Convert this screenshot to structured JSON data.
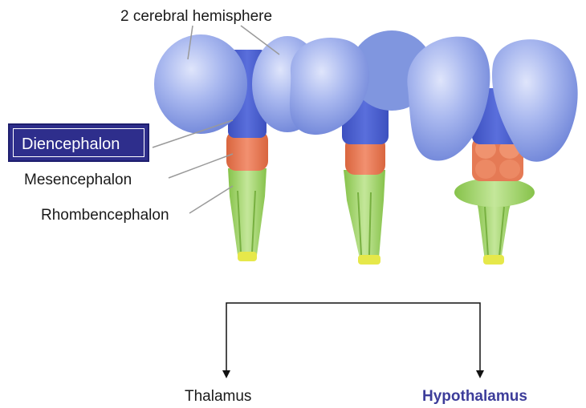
{
  "labels": {
    "cerebral_hemisphere": "2 cerebral hemisphere",
    "diencephalon": "Diencephalon",
    "mesencephalon": "Mesencephalon",
    "rhombencephalon": "Rhombencephalon",
    "thalamus": "Thalamus",
    "hypothalamus": "Hypothalamus"
  },
  "colors": {
    "hemisphere": "#8fa2e6",
    "diencephalon": "#4a5fcf",
    "mesencephalon": "#e57a55",
    "rhombencephalon": "#a9d86a",
    "spinal_tip": "#e6e84a",
    "label_box": "#2e2e8c",
    "hypothalamus_text": "#3d3d9a"
  }
}
